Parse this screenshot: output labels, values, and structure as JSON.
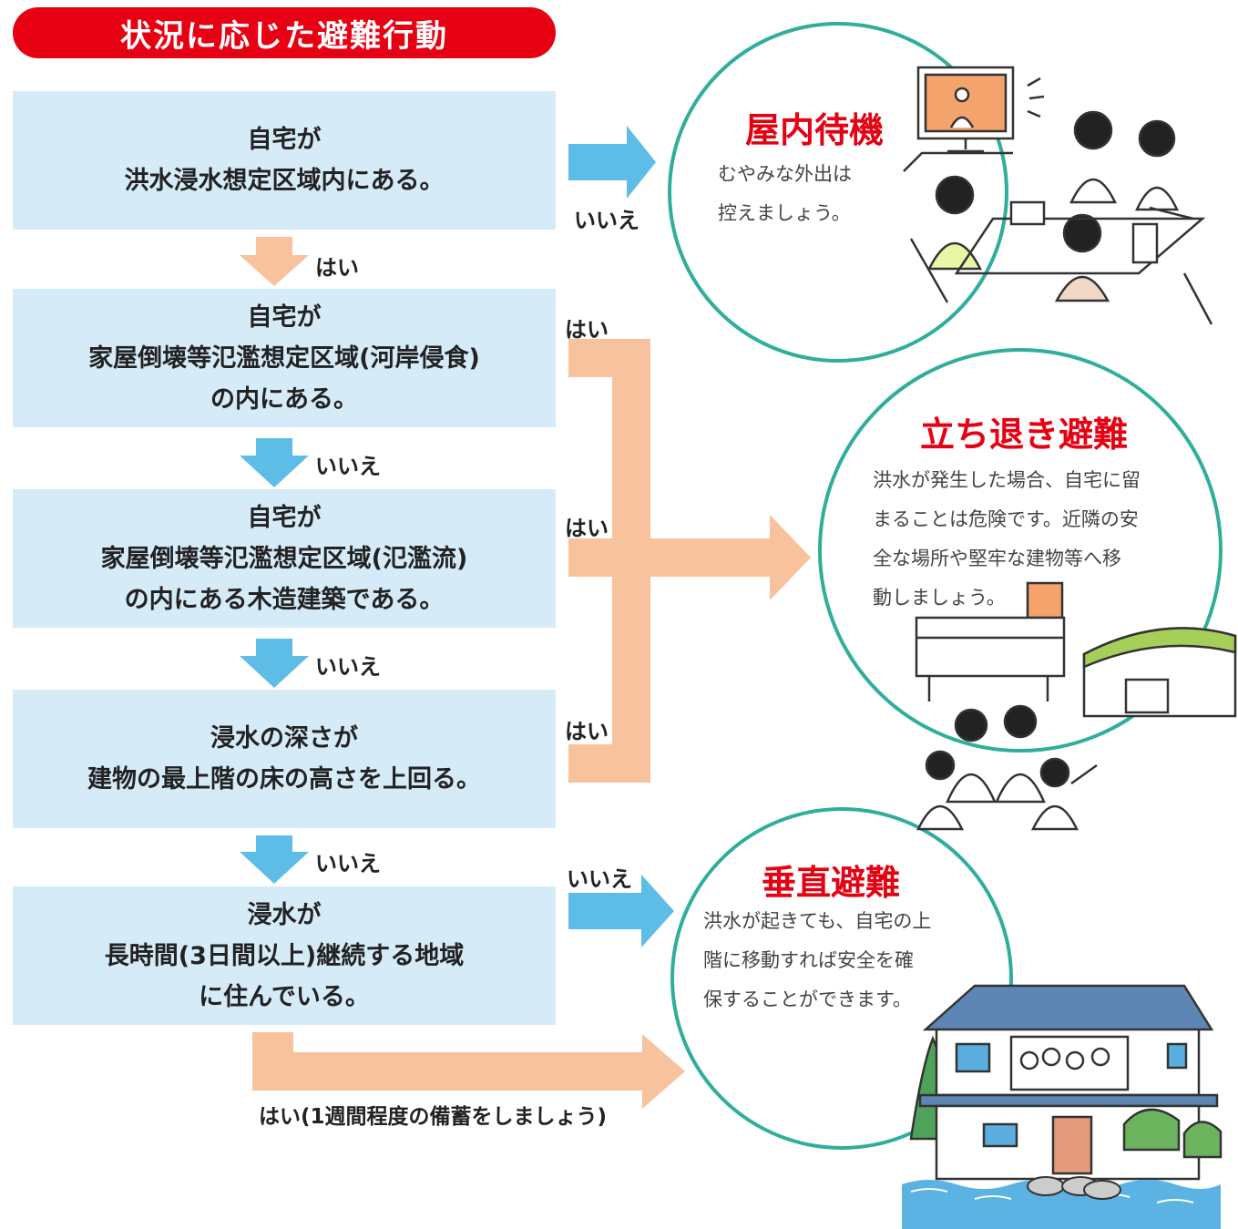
{
  "title": "状況に応じた避難行動",
  "questions": [
    {
      "lines": [
        "自宅が",
        "洪水浸水想定区域内にある。"
      ]
    },
    {
      "lines": [
        "自宅が",
        "家屋倒壊等氾濫想定区域(河岸侵食)",
        "の内にある。"
      ]
    },
    {
      "lines": [
        "自宅が",
        "家屋倒壊等氾濫想定区域(氾濫流)",
        "の内にある木造建築である。"
      ]
    },
    {
      "lines": [
        "浸水の深さが",
        "建物の最上階の床の高さを上回る。"
      ]
    },
    {
      "lines": [
        "浸水が",
        "長時間(3日間以上)継続する地域",
        "に住んでいる。"
      ]
    }
  ],
  "flow_labels": {
    "q1_no": "いいえ",
    "q1_yes": "はい",
    "q2_yes": "はい",
    "q2_no": "いいえ",
    "q3_yes": "はい",
    "q3_no": "いいえ",
    "q4_yes": "はい",
    "q4_no": "いいえ",
    "q5_no": "いいえ",
    "q5_yes": "はい(1週間程度の備蓄をしましょう)"
  },
  "outcomes": {
    "indoor": {
      "title": "屋内待機",
      "lines": [
        "むやみな外出は",
        "控えましょう。"
      ]
    },
    "evacuate": {
      "title": "立ち退き避難",
      "lines": [
        "洪水が発生した場合、自宅に留",
        "まることは危険です。近隣の安",
        "全な場所や堅牢な建物等へ移",
        "動しましょう。"
      ]
    },
    "vertical": {
      "title": "垂直避難",
      "lines": [
        "洪水が起きても、自宅の上",
        "階に移動すれば安全を確",
        "保することができます。"
      ]
    }
  },
  "colors": {
    "title_red": "#e60012",
    "box_blue": "#d6ebf8",
    "arrow_blue": "#5ebde6",
    "arrow_orange": "#f8c29c",
    "circle_teal": "#2fae9c"
  }
}
